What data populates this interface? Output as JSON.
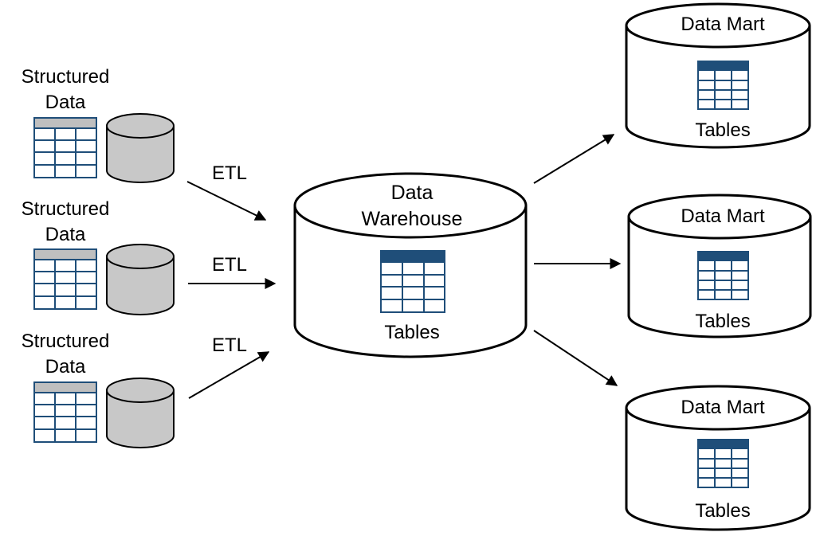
{
  "colors": {
    "table_header": "#1f4e79",
    "table_outline": "#1f4e79",
    "source_table_header": "#bfbfbf",
    "source_cylinder_fill": "#c8c8c8",
    "stroke": "#000000"
  },
  "sources": [
    {
      "label_line1": "Structured",
      "label_line2": "Data",
      "arrow_label": "ETL"
    },
    {
      "label_line1": "Structured",
      "label_line2": "Data",
      "arrow_label": "ETL"
    },
    {
      "label_line1": "Structured",
      "label_line2": "Data",
      "arrow_label": "ETL"
    }
  ],
  "warehouse": {
    "title_line1": "Data",
    "title_line2": "Warehouse",
    "table_label": "Tables"
  },
  "marts": [
    {
      "title": "Data Mart",
      "table_label": "Tables"
    },
    {
      "title": "Data Mart",
      "table_label": "Tables"
    },
    {
      "title": "Data Mart",
      "table_label": "Tables"
    }
  ]
}
